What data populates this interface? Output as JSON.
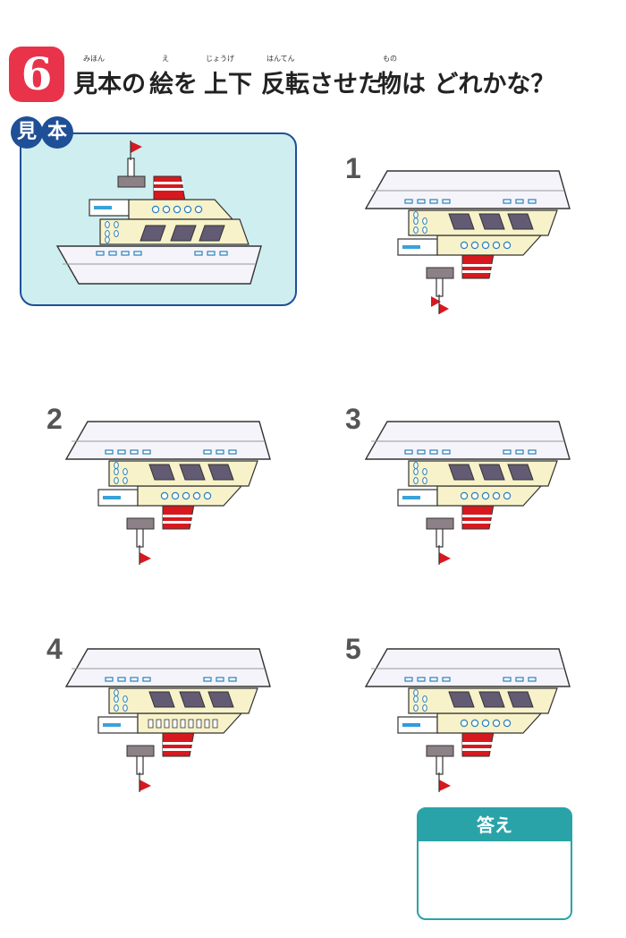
{
  "question": {
    "number": "6",
    "segments": [
      {
        "text": "見本の",
        "ruby": "みほん"
      },
      {
        "text": "絵を",
        "ruby": "え"
      },
      {
        "text": "上下",
        "ruby": "じょうげ"
      },
      {
        "text": "反転させた",
        "ruby": "はんてん"
      },
      {
        "text": "物は どれかな？",
        "ruby": "もの"
      }
    ]
  },
  "sample": {
    "label_chars": [
      "見",
      "本"
    ]
  },
  "options": [
    {
      "number": "1"
    },
    {
      "number": "2"
    },
    {
      "number": "3"
    },
    {
      "number": "4"
    },
    {
      "number": "5"
    }
  ],
  "answer": {
    "label": "答え",
    "value": ""
  },
  "colors": {
    "badge": "#e8334a",
    "accent_blue": "#1f4f96",
    "teal": "#2aa3a8",
    "funnel_red": "#d7191f",
    "hull": "#f4f4fa",
    "deck": "#f7f2c9"
  }
}
